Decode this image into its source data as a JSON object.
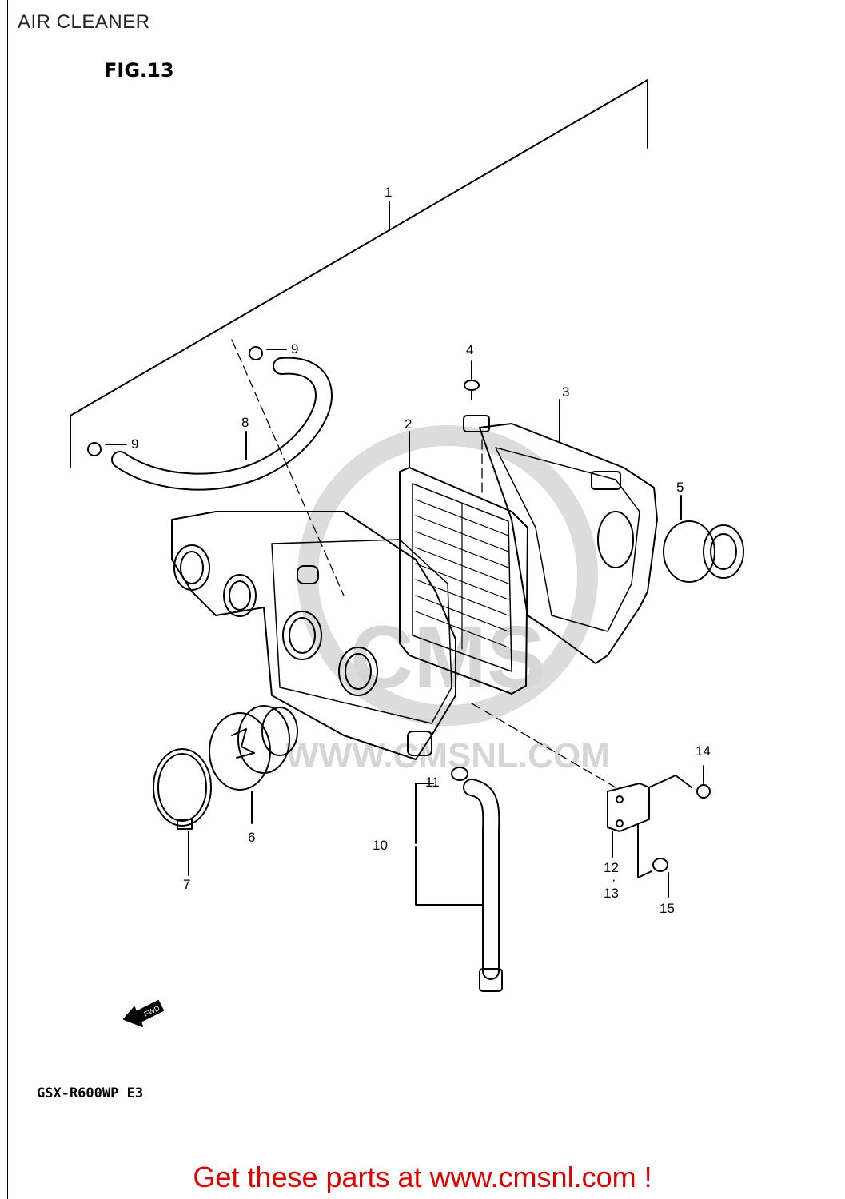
{
  "page": {
    "title": "AIR CLEANER"
  },
  "figure": {
    "label": "FIG.13",
    "model_code": "GSX-R600WP E3",
    "direction_marker": "FWD"
  },
  "watermark": {
    "logo": "CMS",
    "url": "WWW.CMSNL.COM"
  },
  "callouts": {
    "c1": "1",
    "c2": "2",
    "c3": "3",
    "c4": "4",
    "c5": "5",
    "c6": "6",
    "c7": "7",
    "c8": "8",
    "c9a": "9",
    "c9b": "9",
    "c10": "10",
    "c11": "11",
    "c12": "12",
    "c13": "13",
    "c14": "14",
    "c15": "15"
  },
  "footer": {
    "link_text": "Get these parts at www.cmsnl.com !"
  }
}
